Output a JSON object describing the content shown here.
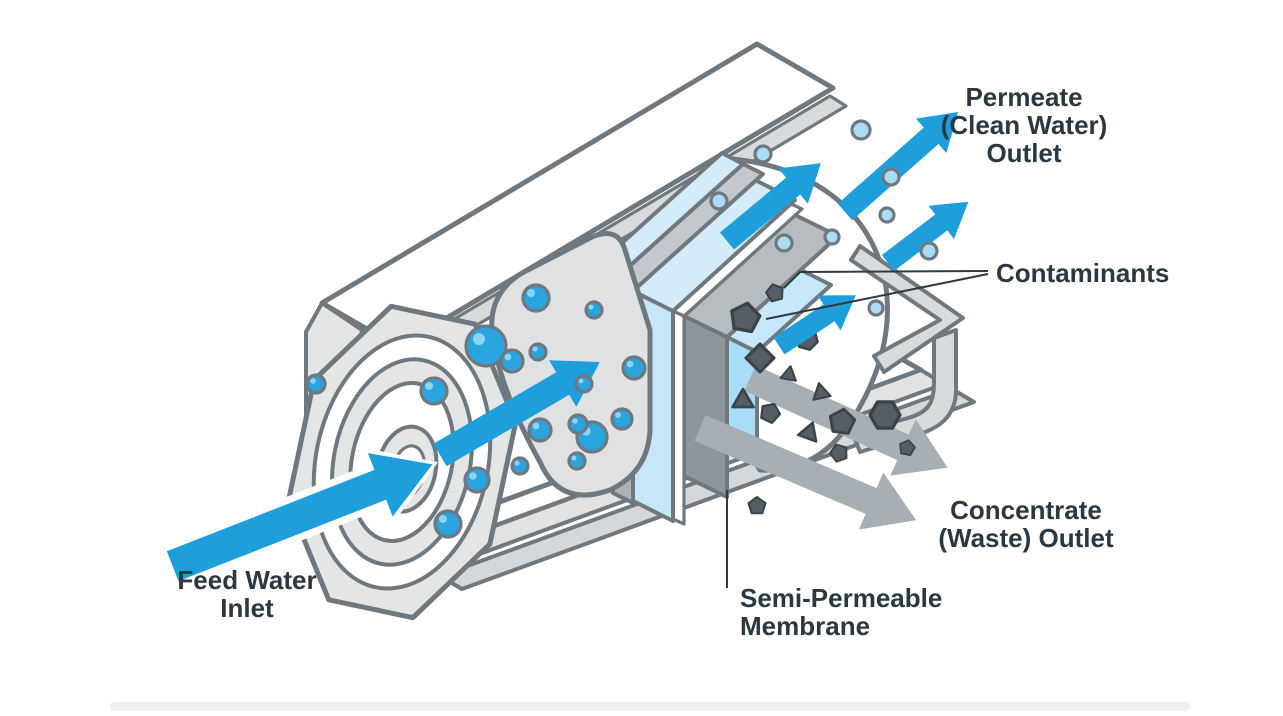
{
  "labels": {
    "feed_inlet": [
      "Feed Water",
      "Inlet"
    ],
    "permeate_outlet": [
      "Permeate",
      "(Clean Water)",
      "Outlet"
    ],
    "contaminants": [
      "Contaminants"
    ],
    "membrane": [
      "Semi-Permeable",
      "Membrane"
    ],
    "concentrate_outlet": [
      "Concentrate",
      "(Waste) Outlet"
    ]
  },
  "colors": {
    "accent-blue": "#1E9FDB",
    "droplet-blue": "#2AA4DE",
    "droplet-highlight": "#8FD3F1",
    "clean-droplet": "#AADCF5",
    "layer-blue": "#C7E6F8",
    "layer-blue-bright": "#A9DDF7",
    "outline-gray": "#6F787E",
    "light-gray": "#E4E6E6",
    "mid-gray": "#D8DBDC",
    "panel-gray": "#DFE1E2",
    "stack-gray": "#ACB4B9",
    "membrane-gray": "#8E969B",
    "membrane-top": "#B6BCC0",
    "particle-dark": "#555E65",
    "arrow-gray": "#A7AFB4",
    "text-dark": "#2B3842",
    "background": "#FFFFFF"
  },
  "parts": {
    "feed_arrow": "large-blue-inlet-arrow",
    "internal_flow_arrow": "blue-flow-arrow",
    "permeate_arrows": 4,
    "waste_arrows": 2,
    "feed_droplets": 17,
    "clean_droplets": 9,
    "contaminant_particles": 14
  }
}
